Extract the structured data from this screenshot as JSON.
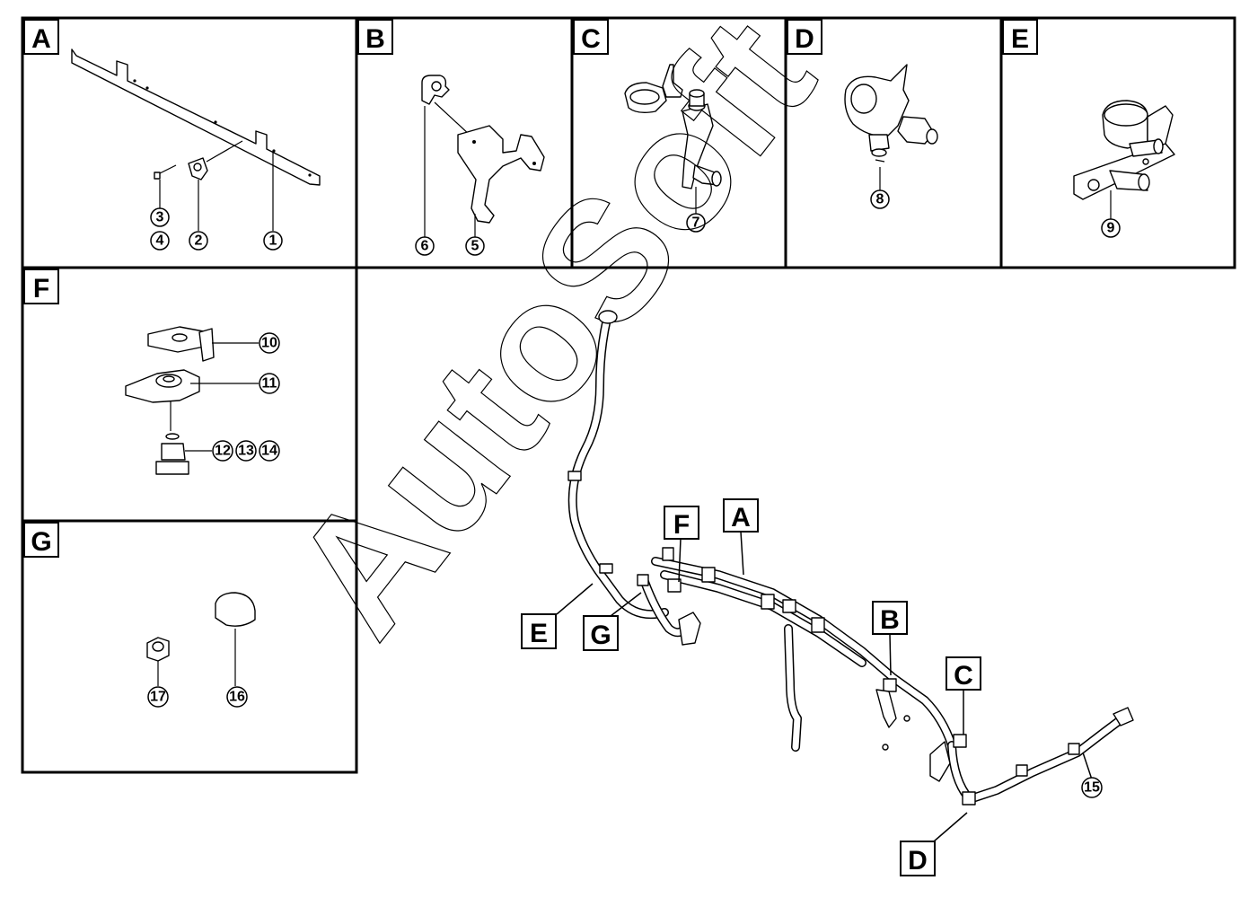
{
  "panels": [
    {
      "letter": "A",
      "numbers": [
        "3",
        "4",
        "2",
        "1"
      ]
    },
    {
      "letter": "B",
      "numbers": [
        "6",
        "5"
      ]
    },
    {
      "letter": "C",
      "numbers": [
        "7"
      ]
    },
    {
      "letter": "D",
      "numbers": [
        "8"
      ]
    },
    {
      "letter": "E",
      "numbers": [
        "9"
      ]
    },
    {
      "letter": "F",
      "numbers": [
        "10",
        "11",
        "12",
        "13",
        "14"
      ]
    },
    {
      "letter": "G",
      "numbers": [
        "17",
        "16"
      ]
    }
  ],
  "main_view": {
    "callouts": [
      "F",
      "A",
      "E",
      "G",
      "B",
      "C",
      "D"
    ],
    "part_number": "15"
  },
  "watermark": "AutoSoft"
}
